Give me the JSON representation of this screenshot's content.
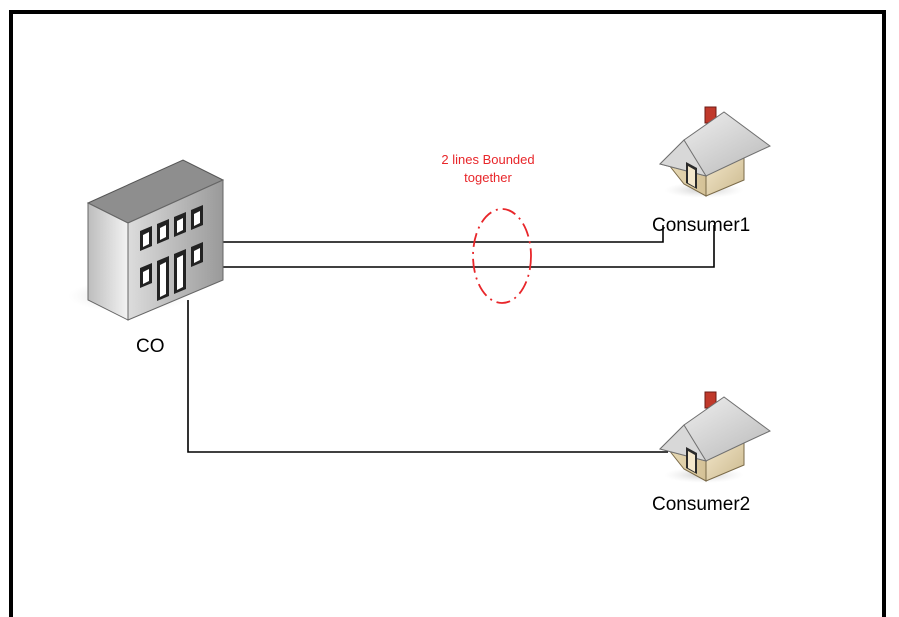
{
  "diagram": {
    "nodes": {
      "co": {
        "label": "CO",
        "icon": "office-building-icon"
      },
      "consumer1": {
        "label": "Consumer1",
        "icon": "house-icon"
      },
      "consumer2": {
        "label": "Consumer2",
        "icon": "house-icon"
      }
    },
    "annotation": {
      "line1": "2 lines Bounded",
      "line2": "together"
    },
    "colors": {
      "annotation": "#e8262a",
      "line": "#000000",
      "frame": "#000000"
    }
  }
}
